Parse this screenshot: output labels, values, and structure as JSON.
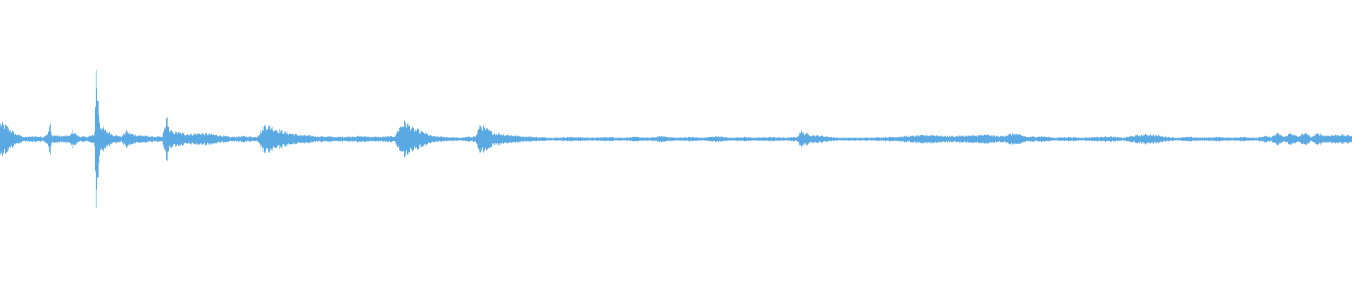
{
  "waveform": {
    "color": "#5aa9e3",
    "background": "#ffffff",
    "envelope": {
      "time_fraction": [
        0.0,
        0.005,
        0.011,
        0.018,
        0.026,
        0.032,
        0.036,
        0.037,
        0.038,
        0.045,
        0.052,
        0.054,
        0.058,
        0.064,
        0.07,
        0.071,
        0.072,
        0.074,
        0.078,
        0.08,
        0.084,
        0.09,
        0.094,
        0.096,
        0.1,
        0.11,
        0.12,
        0.124,
        0.125,
        0.128,
        0.14,
        0.15,
        0.16,
        0.17,
        0.18,
        0.19,
        0.196,
        0.202,
        0.21,
        0.22,
        0.235,
        0.25,
        0.265,
        0.28,
        0.292,
        0.296,
        0.3,
        0.305,
        0.31,
        0.315,
        0.32,
        0.33,
        0.34,
        0.352,
        0.355,
        0.358,
        0.365,
        0.38,
        0.395,
        0.41,
        0.42,
        0.44,
        0.45,
        0.46,
        0.47,
        0.48,
        0.49,
        0.5,
        0.51,
        0.52,
        0.53,
        0.54,
        0.55,
        0.56,
        0.57,
        0.58,
        0.59,
        0.592,
        0.594,
        0.6,
        0.61,
        0.62,
        0.64,
        0.66,
        0.67,
        0.68,
        0.69,
        0.7,
        0.72,
        0.73,
        0.74,
        0.75,
        0.76,
        0.77,
        0.78,
        0.79,
        0.8,
        0.81,
        0.815,
        0.82,
        0.83,
        0.84,
        0.85,
        0.86,
        0.87,
        0.88,
        0.89,
        0.9,
        0.91,
        0.92,
        0.93,
        0.935,
        0.94,
        0.945,
        0.95,
        0.955,
        0.96,
        0.965,
        0.97,
        0.975,
        0.98,
        0.99,
        1.0
      ],
      "amplitude": [
        0.22,
        0.18,
        0.08,
        0.03,
        0.04,
        0.03,
        0.1,
        0.24,
        0.06,
        0.04,
        0.05,
        0.12,
        0.04,
        0.03,
        0.06,
        1.0,
        0.7,
        0.2,
        0.12,
        0.1,
        0.06,
        0.04,
        0.12,
        0.08,
        0.06,
        0.04,
        0.03,
        0.32,
        0.12,
        0.1,
        0.07,
        0.08,
        0.06,
        0.03,
        0.04,
        0.03,
        0.2,
        0.16,
        0.1,
        0.06,
        0.04,
        0.03,
        0.04,
        0.03,
        0.04,
        0.18,
        0.24,
        0.15,
        0.12,
        0.08,
        0.04,
        0.03,
        0.02,
        0.04,
        0.2,
        0.16,
        0.09,
        0.05,
        0.03,
        0.02,
        0.03,
        0.02,
        0.03,
        0.02,
        0.03,
        0.02,
        0.04,
        0.02,
        0.03,
        0.02,
        0.04,
        0.02,
        0.03,
        0.02,
        0.03,
        0.02,
        0.03,
        0.12,
        0.09,
        0.06,
        0.04,
        0.02,
        0.02,
        0.03,
        0.04,
        0.05,
        0.06,
        0.04,
        0.05,
        0.06,
        0.04,
        0.08,
        0.03,
        0.04,
        0.02,
        0.03,
        0.02,
        0.03,
        0.03,
        0.04,
        0.02,
        0.05,
        0.07,
        0.04,
        0.02,
        0.03,
        0.02,
        0.03,
        0.02,
        0.03,
        0.02,
        0.04,
        0.03,
        0.08,
        0.03,
        0.09,
        0.03,
        0.09,
        0.03,
        0.08,
        0.05,
        0.06,
        0.05
      ]
    }
  }
}
